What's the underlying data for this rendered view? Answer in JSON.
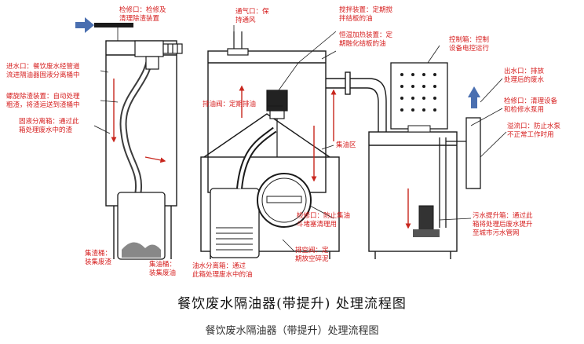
{
  "figure": {
    "title": "餐饮废水隔油器(带提升) 处理流程图",
    "caption": "餐饮废水隔油器（带提升）处理流程图"
  },
  "labels": {
    "inspection_port_top": [
      "检修口：检修及",
      "清理除渣装置"
    ],
    "vent_port": [
      "通气口：保",
      "持通风"
    ],
    "agitator": [
      "搅拌装置：定期搅",
      "拌结板的油"
    ],
    "heater": [
      "恒温加热装置：定",
      "期融化结板的油"
    ],
    "control_box": [
      "控制箱：控制",
      "设备电控运行"
    ],
    "inlet": [
      "进水口：餐饮废水经管道",
      "流进隔油器固液分离桶中"
    ],
    "screw": [
      "螺旋除渣装置：自动处理",
      "粗渣，将渣运送到渣桶中"
    ],
    "separator": [
      "固液分离箱：通过此",
      "箱处理废水中的渣"
    ],
    "oil_valve": [
      "排油阀：定期排油"
    ],
    "oil_zone": [
      "集油区"
    ],
    "outlet": [
      "出水口：排放",
      "处理后的废水"
    ],
    "inspection_port_pump": [
      "检修口：清理设备",
      "和检修水泵用"
    ],
    "overflow": [
      "溢流口：防止水泵",
      "不正常工作时用"
    ],
    "inspection_port_block": [
      "检修口：防止集油",
      "斗堵塞清理用"
    ],
    "drain_valve": [
      "排空阀：定",
      "期放空碎泥"
    ],
    "sewage_pump": [
      "污水提升箱：通过此",
      "箱将处理后废水提升",
      "至城市污水管网"
    ],
    "residue_bucket": [
      "集渣桶：",
      "装集废渣"
    ],
    "oil_bucket": [
      "集油桶：",
      "装集废油"
    ],
    "oil_water_box": [
      "油水分离箱：通过",
      "此箱处理废水中的油"
    ]
  },
  "colors": {
    "label": "#d61e1e",
    "line": "#1a1a1a",
    "arrow_flow": "#c8261d",
    "arrow_inlet": "#4a6fb0",
    "arrow_outlet": "#4a6fb0"
  }
}
